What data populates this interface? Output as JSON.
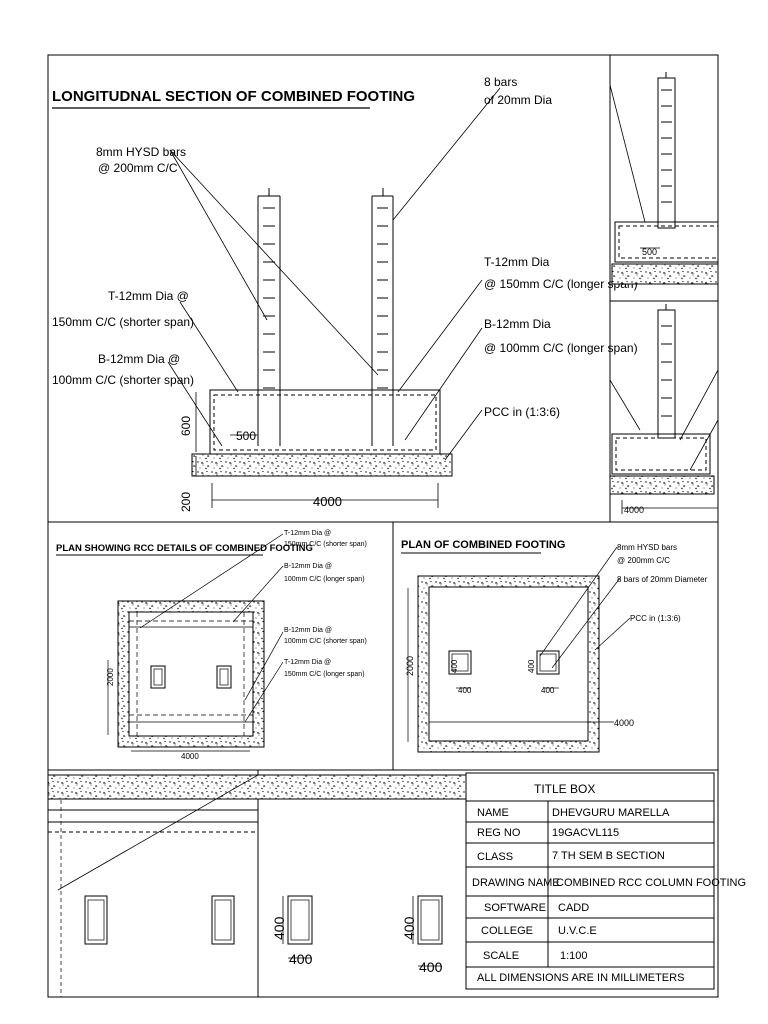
{
  "section": {
    "title": "LONGITUDNAL SECTION OF COMBINED FOOTING",
    "labels": {
      "hysd_1": "8mm HYSD bars",
      "hysd_2": "@ 200mm C/C",
      "t12s_1": "T-12mm Dia @",
      "t12s_2": "150mm C/C (shorter span)",
      "b12s_1": "B-12mm Dia @",
      "b12s_2": "100mm C/C (shorter  span)",
      "bars8_1": "8 bars",
      "bars8_2": "of 20mm Dia",
      "t12l_1": "T-12mm Dia",
      "t12l_2": "@ 150mm C/C (longer span)",
      "b12l_1": "B-12mm Dia",
      "b12l_2": "@ 100mm C/C (longer  span)",
      "pcc": "PCC in (1:3:6)"
    },
    "dims": {
      "col": "500",
      "depth": "600",
      "pcc": "200",
      "length": "4000"
    }
  },
  "right_strip": {
    "dim_top": "500",
    "dim_bottom": "4000"
  },
  "plan_rcc": {
    "title": "PLAN SHOWING RCC DETAILS OF COMBINED FOOTING",
    "labels": {
      "t12s_1": "T-12mm Dia @",
      "t12s_2": "150mm C/C (shorter  span)",
      "b12l_1": "B-12mm Dia @",
      "b12l_2": "100mm C/C (longer  span)",
      "b12s_1": "B-12mm Dia @",
      "b12s_2": "100mm C/C (shorter  span)",
      "t12l_1": "T-12mm Dia @",
      "t12l_2": "150mm C/C (longer span)"
    },
    "dims": {
      "width": "2000",
      "length": "4000"
    }
  },
  "plan": {
    "title": "PLAN OF COMBINED FOOTING",
    "labels": {
      "hysd_1": "8mm HYSD bars",
      "hysd_2": "@ 200mm C/C",
      "bars": "8 bars of 20mm Diameter",
      "pcc": "PCC in (1:3:6)"
    },
    "dims": {
      "width": "2000",
      "length": "4000",
      "col": "400"
    }
  },
  "bottom": {
    "dim": "400"
  },
  "title_box": {
    "heading": "TITLE BOX",
    "rows": [
      {
        "label": "NAME",
        "value": "DHEVGURU MARELLA"
      },
      {
        "label": "REG NO",
        "value": "19GACVL115"
      },
      {
        "label": "CLASS",
        "value": "7 TH SEM B SECTION"
      },
      {
        "label": "DRAWING NAME",
        "value": "COMBINED RCC COLUMN  FOOTING"
      },
      {
        "label": "SOFTWARE",
        "value": "CADD"
      },
      {
        "label": "COLLEGE",
        "value": "U.V.C.E"
      },
      {
        "label": "SCALE",
        "value": "1:100"
      }
    ],
    "footer": "ALL DIMENSIONS ARE IN MILLIMETERS"
  }
}
